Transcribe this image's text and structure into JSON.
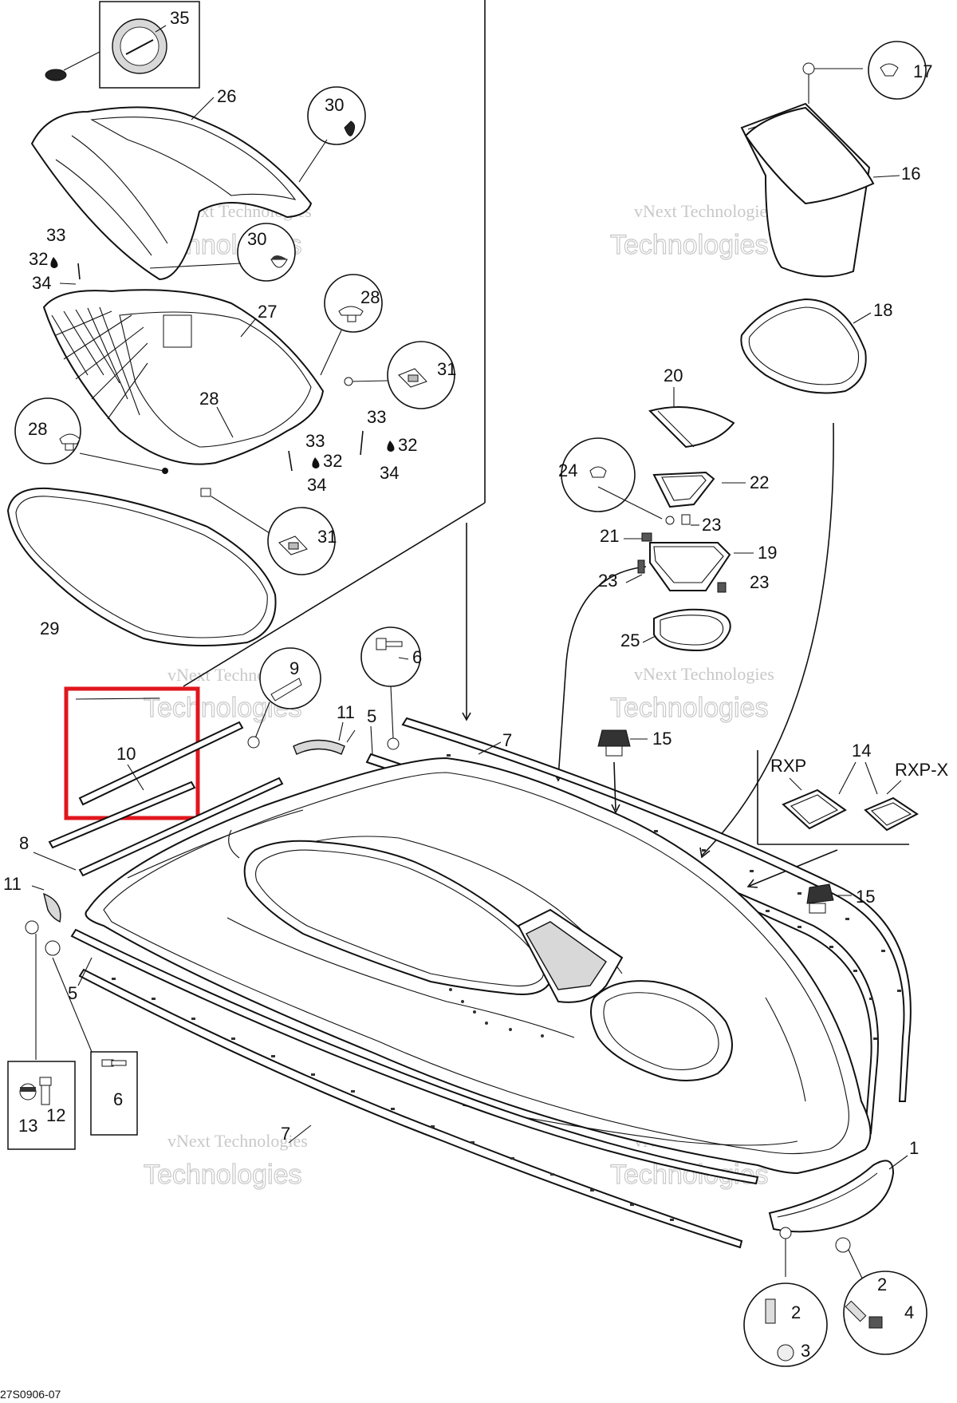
{
  "diagram_id": "27S0906-07",
  "watermark": {
    "line1": "vNext Technologies",
    "line2": "Technologies"
  },
  "highlight": {
    "color": "#e0161d",
    "callout": "10"
  },
  "variant_labels": {
    "left": "RXP",
    "right": "RXP-X",
    "shared_callout": "14"
  },
  "callouts": {
    "c1": "1",
    "c2a": "2",
    "c2b": "2",
    "c3": "3",
    "c4": "4",
    "c5a": "5",
    "c5b": "5",
    "c6a": "6",
    "c6b": "6",
    "c7a": "7",
    "c7b": "7",
    "c8": "8",
    "c9": "9",
    "c11a": "11",
    "c11b": "11",
    "c12": "12",
    "c13": "13",
    "c15a": "15",
    "c15b": "15",
    "c16": "16",
    "c17": "17",
    "c18": "18",
    "c19": "19",
    "c20": "20",
    "c21": "21",
    "c22": "22",
    "c23a": "23",
    "c23b": "23",
    "c23c": "23",
    "c24": "24",
    "c25": "25",
    "c26": "26",
    "c27": "27",
    "c28a": "28",
    "c28b": "28",
    "c28c": "28",
    "c29": "29",
    "c30a": "30",
    "c30b": "30",
    "c31a": "31",
    "c31b": "31",
    "c32a": "32",
    "c32b": "32",
    "c32c": "32",
    "c33a": "33",
    "c33b": "33",
    "c33c": "33",
    "c34a": "34",
    "c34b": "34",
    "c34c": "34",
    "c35": "35"
  }
}
